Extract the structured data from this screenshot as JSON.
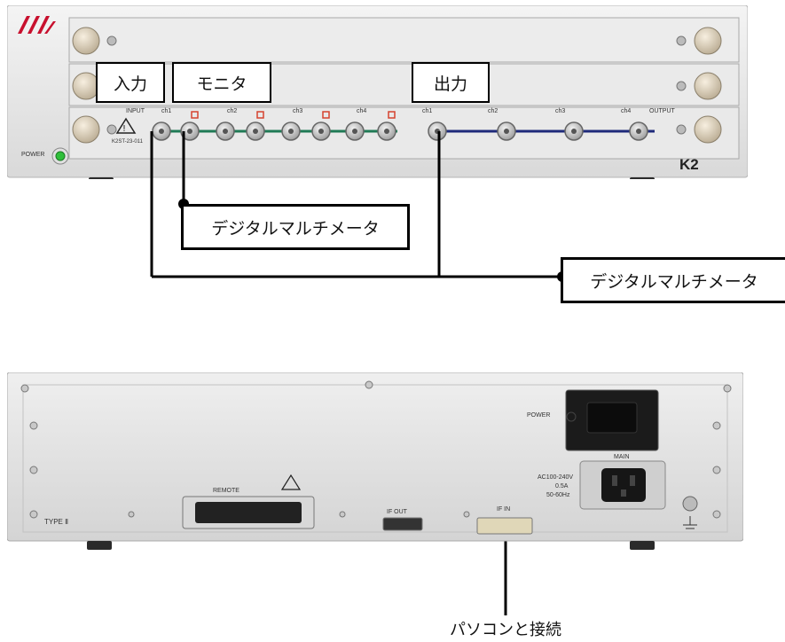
{
  "front_panel": {
    "model": "K2",
    "power_label": "POWER",
    "serial_label": "K2ST-23-011",
    "input_label": "INPUT",
    "output_label": "OUTPUT",
    "channels": [
      "ch1",
      "ch2",
      "ch3",
      "ch4"
    ]
  },
  "callouts": {
    "input": "入力",
    "monitor": "モニタ",
    "output": "出力",
    "dmm_monitor": "デジタルマルチメータ",
    "dmm_output": "デジタルマルチメータ",
    "pc_connection": "パソコンと接続"
  },
  "rear_panel": {
    "remote_label": "REMOTE",
    "if_out_label": "IF OUT",
    "if_in_label": "IF IN",
    "main_label": "MAIN",
    "power_label": "POWER",
    "power_spec": [
      "AC100-240V",
      "0.5A",
      "50-60Hz"
    ],
    "type_label": "TYPE Ⅱ"
  },
  "colors": {
    "input_wire": "#1f7a55",
    "output_wire": "#1e2a7a",
    "monitor_marker": "#d6432f",
    "power_led": "#2fbf3a"
  }
}
